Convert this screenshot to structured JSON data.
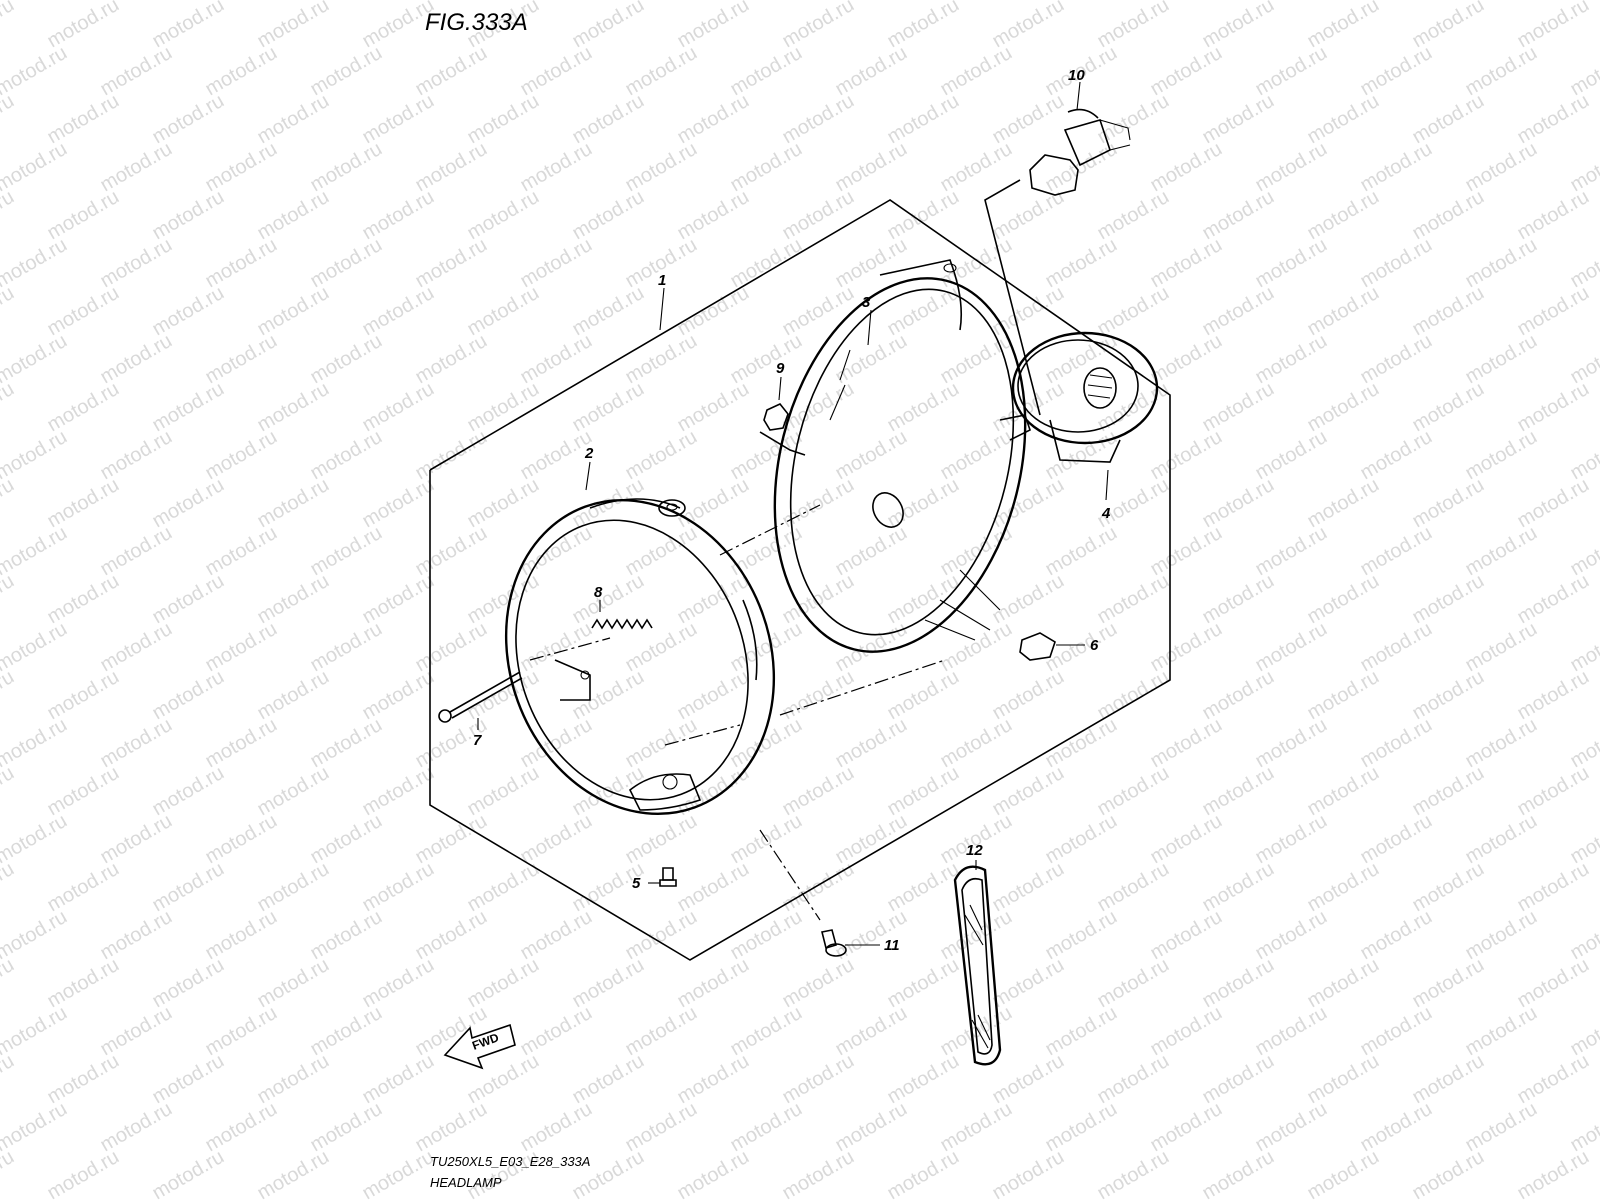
{
  "figure": {
    "title": "FIG.333A",
    "model_code": "TU250XL5_E03_E28_333A",
    "caption": "HEADLAMP"
  },
  "watermark": {
    "text": "motod.ru"
  },
  "direction_arrow": {
    "label": "FWD",
    "icon": "fwd-arrow-icon"
  },
  "callouts": [
    {
      "number": "1"
    },
    {
      "number": "2"
    },
    {
      "number": "3"
    },
    {
      "number": "4"
    },
    {
      "number": "5"
    },
    {
      "number": "6"
    },
    {
      "number": "7"
    },
    {
      "number": "8"
    },
    {
      "number": "9"
    },
    {
      "number": "10"
    },
    {
      "number": "11"
    },
    {
      "number": "12"
    }
  ]
}
